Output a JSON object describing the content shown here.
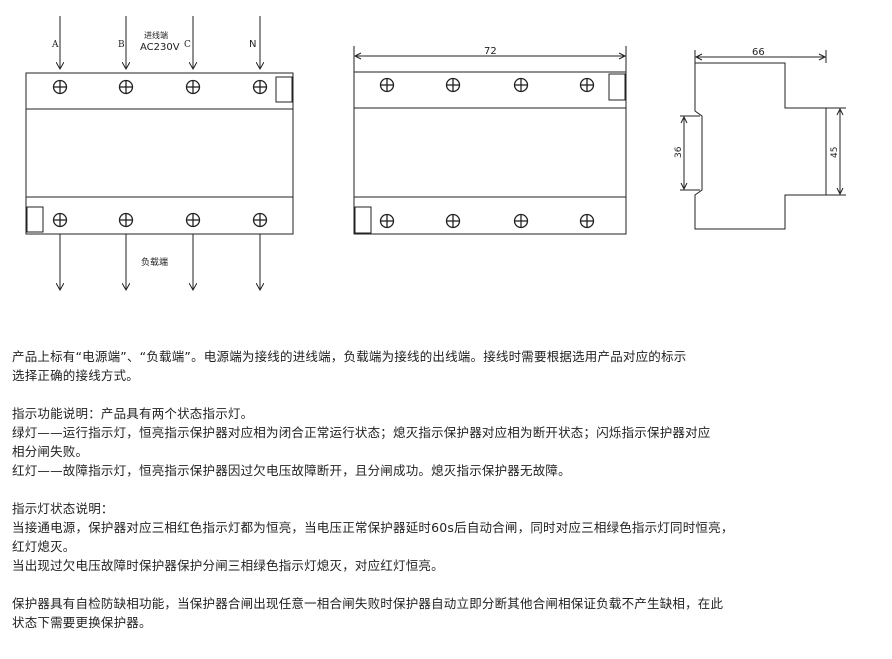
{
  "diagram": {
    "phases": [
      "A",
      "B",
      "C",
      "N"
    ],
    "input_label_1": "进线端",
    "input_label_2": "AC230V",
    "load_label": "负载端",
    "dim_width": "72",
    "dim_depth": "66",
    "dim_inner": "36",
    "dim_height": "45"
  },
  "text": {
    "intro_1": "产品上标有“电源端”、“负载端”。电源端为接线的进线端，负载端为接线的出线端。接线时需要根据选用产品对应的标示",
    "intro_2": "选择正确的接线方式。",
    "func_title": "指示功能说明：产品具有两个状态指示灯。",
    "green_1": "绿灯——运行指示灯，恒亮指示保护器对应相为闭合正常运行状态；熄灭指示保护器对应相为断开状态；闪烁指示保护器对应",
    "green_2": "相分闸失败。",
    "red_1": "红灯——故障指示灯，恒亮指示保护器因过欠电压故障断开，且分闸成功。熄灭指示保护器无故障。",
    "state_title": "指示灯状态说明：",
    "state_1": "当接通电源，保护器对应三相红色指示灯都为恒亮，当电压正常保护器延时60s后自动合闸，同时对应三相绿色指示灯同时恒亮，",
    "state_2": "红灯熄灭。",
    "state_3": "当出现过欠电压故障时保护器保护分闸三相绿色指示灯熄灭，对应红灯恒亮。",
    "phase_1": "保护器具有自检防缺相功能，当保护器合闸出现任意一相合闸失败时保护器自动立即分断其他合闸相保证负载不产生缺相，在此",
    "phase_2": "状态下需要更换保护器。"
  }
}
